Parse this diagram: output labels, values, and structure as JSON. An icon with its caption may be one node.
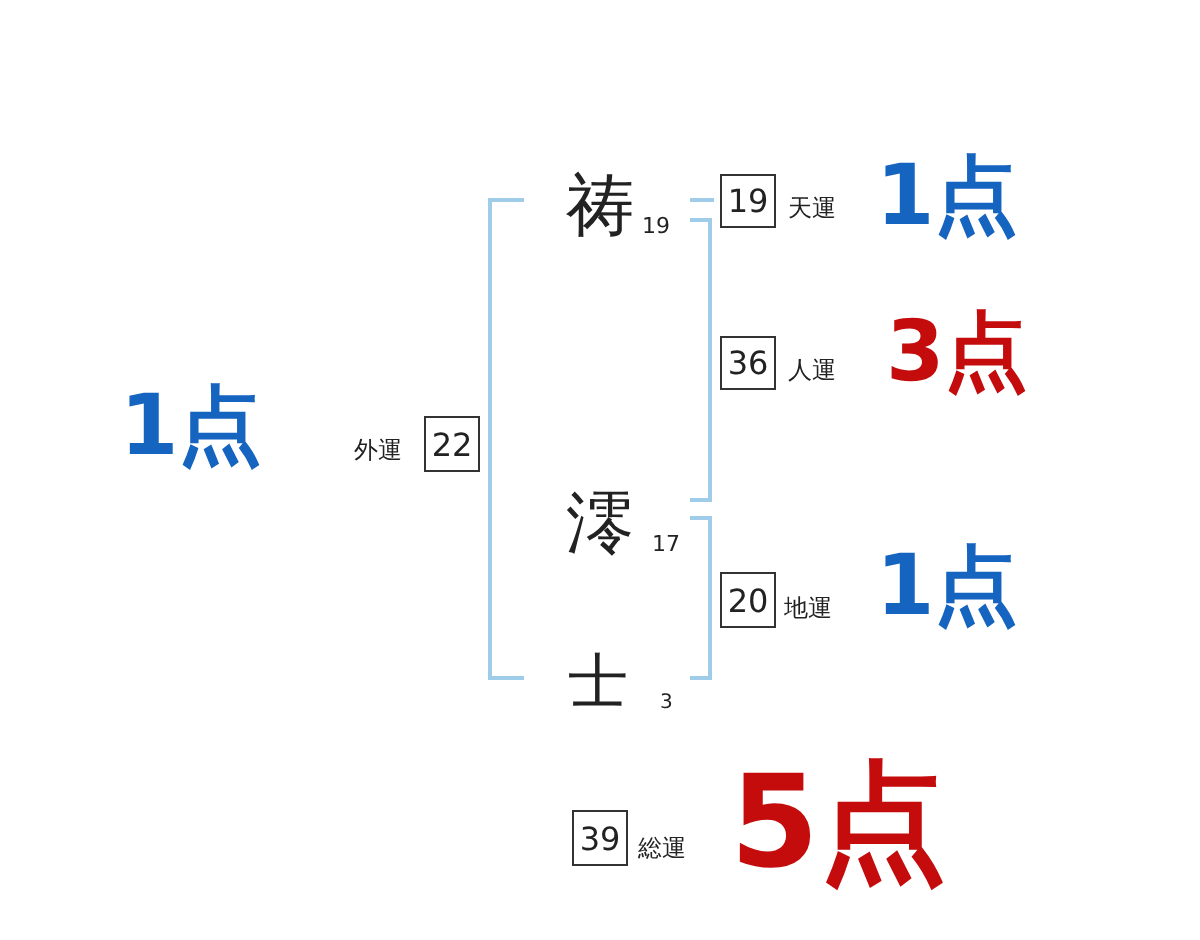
{
  "diagram": {
    "nodes": [
      {
        "text": [
          "19"
        ],
        "beside": [
          "天運",
          "1点"
        ]
      },
      {
        "text": [
          "36"
        ],
        "beside": [
          "人運",
          "3点"
        ]
      },
      {
        "text": [
          "22"
        ],
        "beside": [
          "1点",
          "外運"
        ]
      },
      {
        "text": [
          "20"
        ],
        "beside": [
          "地運",
          "1点"
        ]
      },
      {
        "text": [
          "39"
        ],
        "beside": [
          "総運",
          "5点"
        ]
      }
    ],
    "labels": [
      "祷",
      "19",
      "澪",
      "17",
      "士",
      "3"
    ]
  }
}
